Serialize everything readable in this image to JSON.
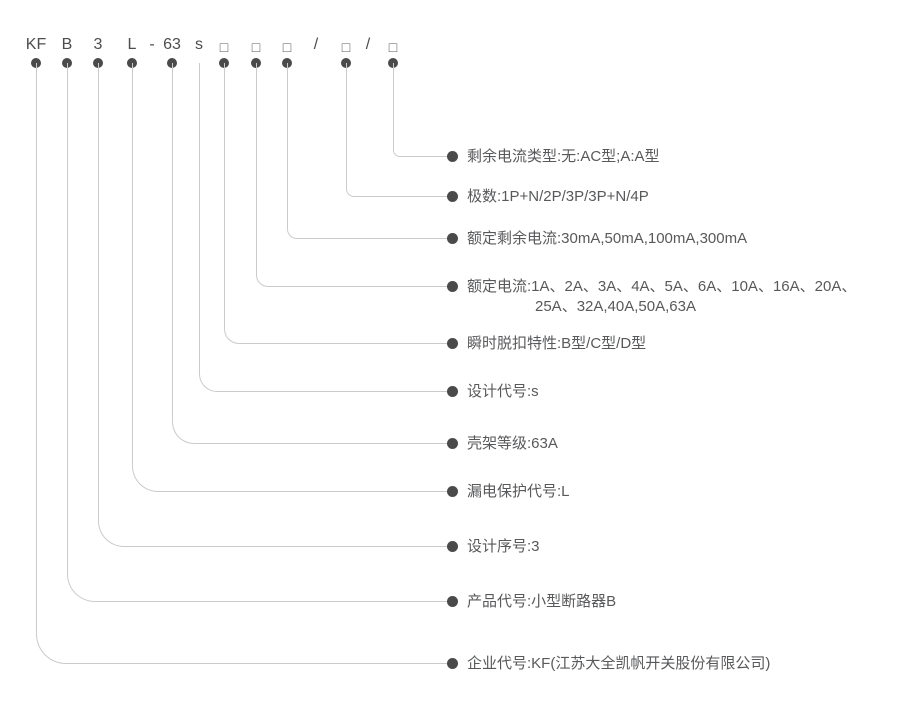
{
  "diagram_title": "KFB3L-63s 型号含义图 (model number designation diagram)",
  "model_code": {
    "full": "KF B 3 L - 63 s □ □ □ / □ / □",
    "segments": [
      {
        "text": "KF"
      },
      {
        "text": "B"
      },
      {
        "text": "3"
      },
      {
        "text": "L"
      },
      {
        "text": "-"
      },
      {
        "text": "63"
      },
      {
        "text": "s"
      },
      {
        "text": "□"
      },
      {
        "text": "□"
      },
      {
        "text": "□"
      },
      {
        "text": "/"
      },
      {
        "text": "□"
      },
      {
        "text": "/"
      },
      {
        "text": "□"
      }
    ]
  },
  "legend_rows": [
    {
      "label": "剩余电流类型:无:AC型;A:A型"
    },
    {
      "label": "极数:1P+N/2P/3P/3P+N/4P"
    },
    {
      "label": "额定剩余电流:30mA,50mA,100mA,300mA"
    },
    {
      "label": "额定电流:1A、2A、3A、4A、5A、6A、10A、16A、20A、",
      "label_line2": "25A、32A,40A,50A,63A"
    },
    {
      "label": "瞬时脱扣特性:B型/C型/D型"
    },
    {
      "label": "设计代号:s"
    },
    {
      "label": "壳架等级:63A"
    },
    {
      "label": "漏电保护代号:L"
    },
    {
      "label": "设计序号:3"
    },
    {
      "label": "产品代号:小型断路器B"
    },
    {
      "label": "企业代号:KF(江苏大全凯帆开关股份有限公司)"
    }
  ],
  "colors": {
    "background": "#ffffff",
    "code_text": "#4d4d4d",
    "label_text": "#58595b",
    "connector_line": "#cbcbcb",
    "dot": "#4a4a4a"
  }
}
